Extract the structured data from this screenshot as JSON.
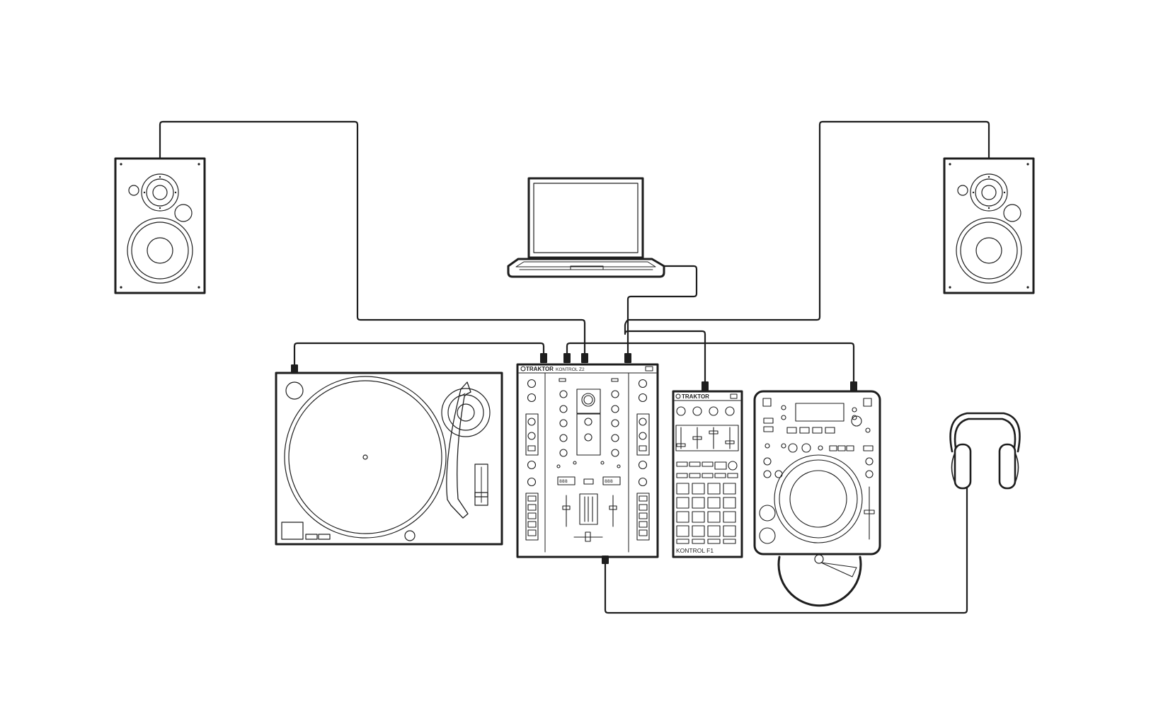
{
  "colors": {
    "stroke": "#1e1e1e",
    "background": "#ffffff"
  },
  "devices": {
    "laptop": {
      "icon": "laptop-icon"
    },
    "speaker_left": {
      "icon": "speaker-icon"
    },
    "speaker_right": {
      "icon": "speaker-icon"
    },
    "turntable": {
      "icon": "turntable-icon"
    },
    "mixer": {
      "icon": "mixer-icon",
      "brand": "TRAKTOR",
      "model": "KONTROL Z2",
      "display_left": "888",
      "display_right": "888"
    },
    "controller": {
      "icon": "controller-icon",
      "brand": "TRAKTOR",
      "model": "KONTROL F1"
    },
    "cdj": {
      "icon": "cd-player-icon"
    },
    "headphones": {
      "icon": "headphones-icon"
    }
  }
}
